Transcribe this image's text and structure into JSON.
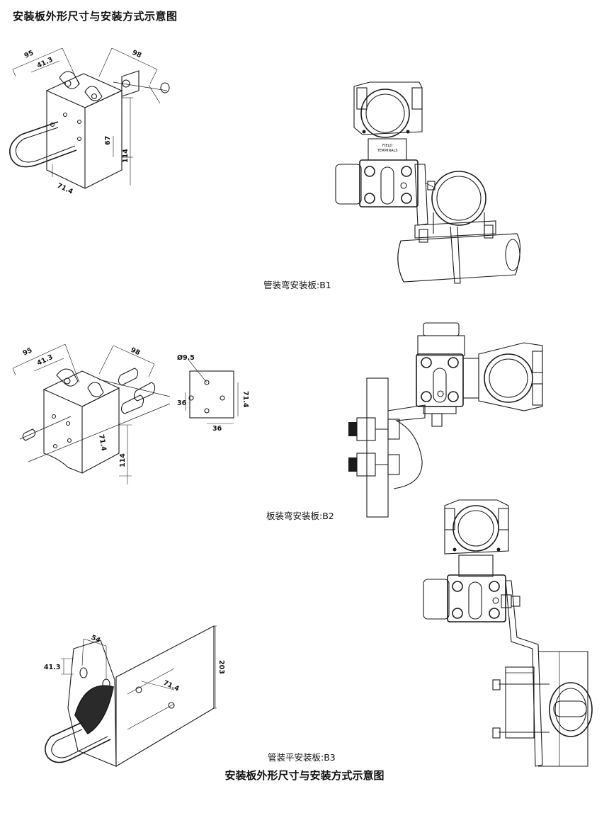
{
  "page": {
    "title": "安装板外形尺寸与安装方式示意图",
    "footer_title": "安装板外形尺寸与安装方式示意图"
  },
  "b1": {
    "caption": "管装弯安装板:B1",
    "dims": {
      "d95": "95",
      "d41": "41.3",
      "d98": "98",
      "d67": "67",
      "d114": "114",
      "d71": "71.4"
    },
    "transmitter_label_1": "FIELD",
    "transmitter_label_2": "TERMINALS"
  },
  "b2": {
    "caption": "板装弯安装板:B2",
    "dims": {
      "d95": "95",
      "d41": "41.3",
      "d98": "98",
      "d71": "71.4",
      "d114": "114"
    },
    "hole_pattern": {
      "dia": "Ø9.5",
      "h36": "36",
      "v36": "36",
      "v71": "71.4"
    }
  },
  "b3": {
    "caption": "管装平安装板:B3",
    "dims": {
      "d54": "54",
      "d41": "41.3",
      "d203": "203",
      "d71": "71.4"
    }
  }
}
